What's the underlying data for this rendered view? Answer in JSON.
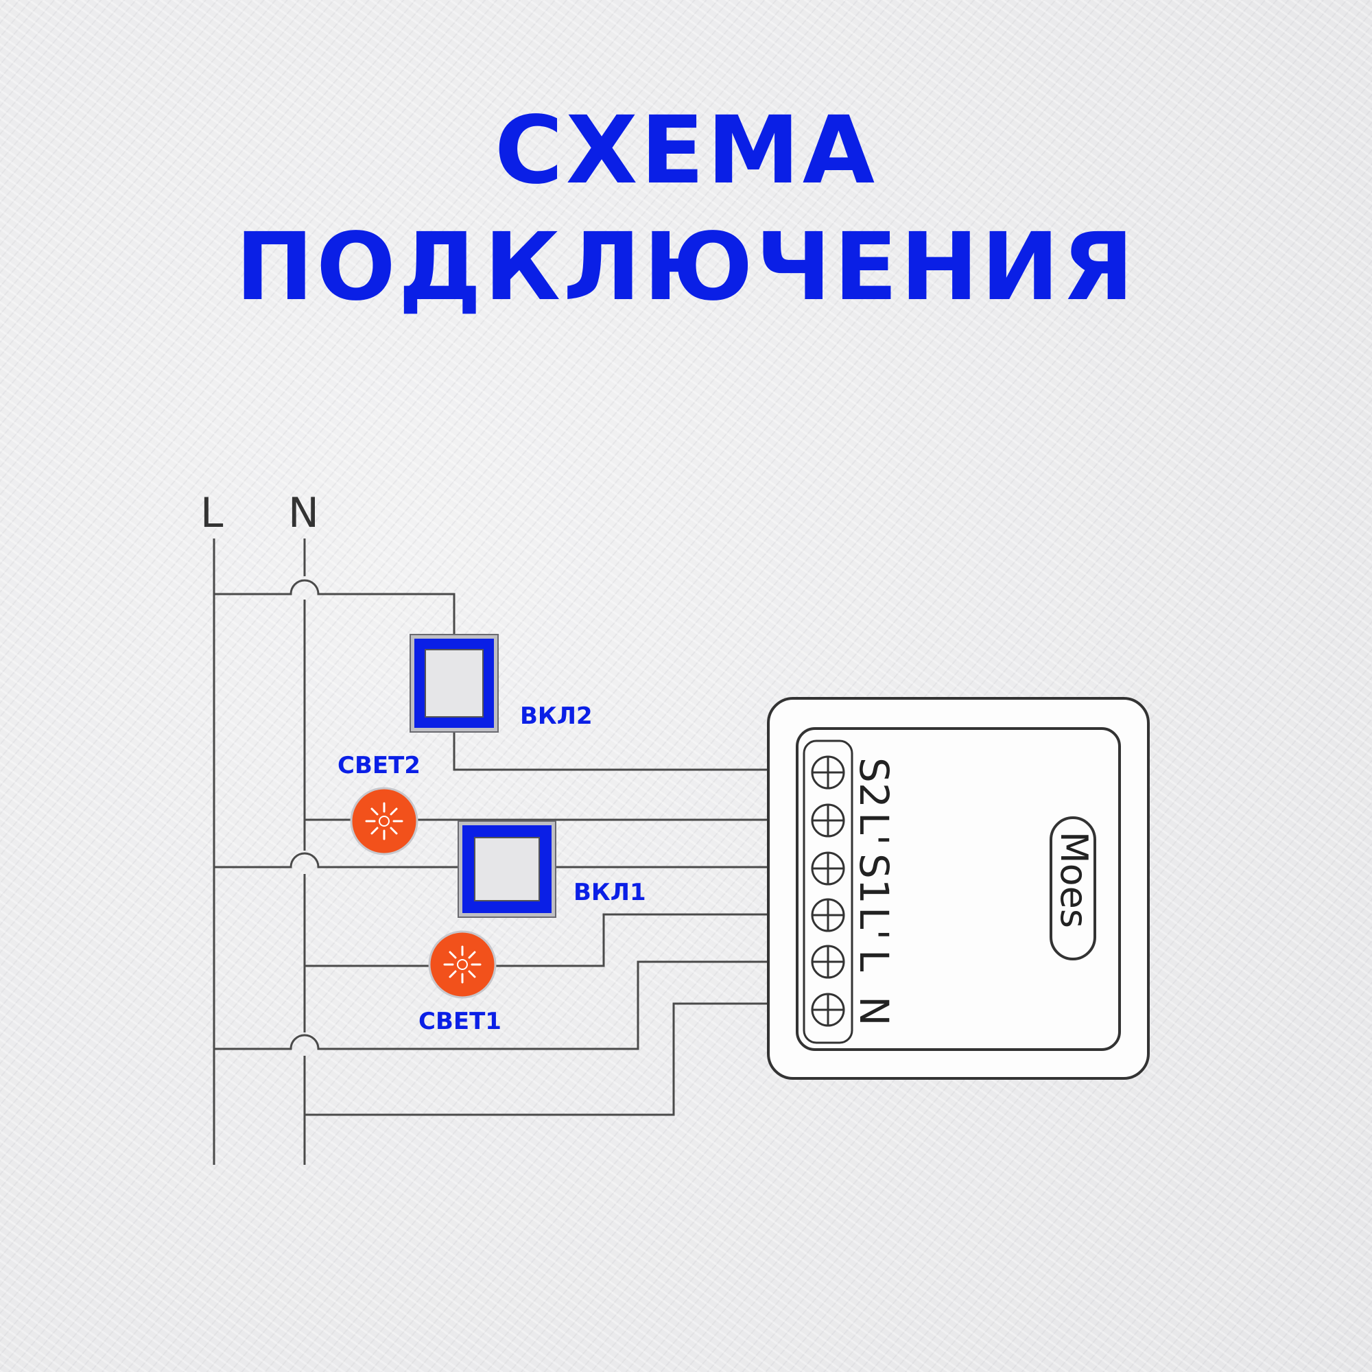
{
  "title": {
    "line1": "СХЕМА",
    "line2": "ПОДКЛЮЧЕНИЯ"
  },
  "bus": {
    "line_label": "L",
    "neutral_label": "N"
  },
  "switches": {
    "switch2_label": "ВКЛ2",
    "switch1_label": "ВКЛ1"
  },
  "lamps": {
    "lamp2_label": "СВЕТ2",
    "lamp1_label": "СВЕТ1"
  },
  "module": {
    "brand": "Moes",
    "terminals": [
      "S2",
      "L'",
      "S1",
      "L'",
      "L",
      "N"
    ]
  },
  "colors": {
    "accent_blue": "#0a1fe6",
    "lamp_orange": "#f2511b",
    "wire": "#4a4a4a"
  }
}
